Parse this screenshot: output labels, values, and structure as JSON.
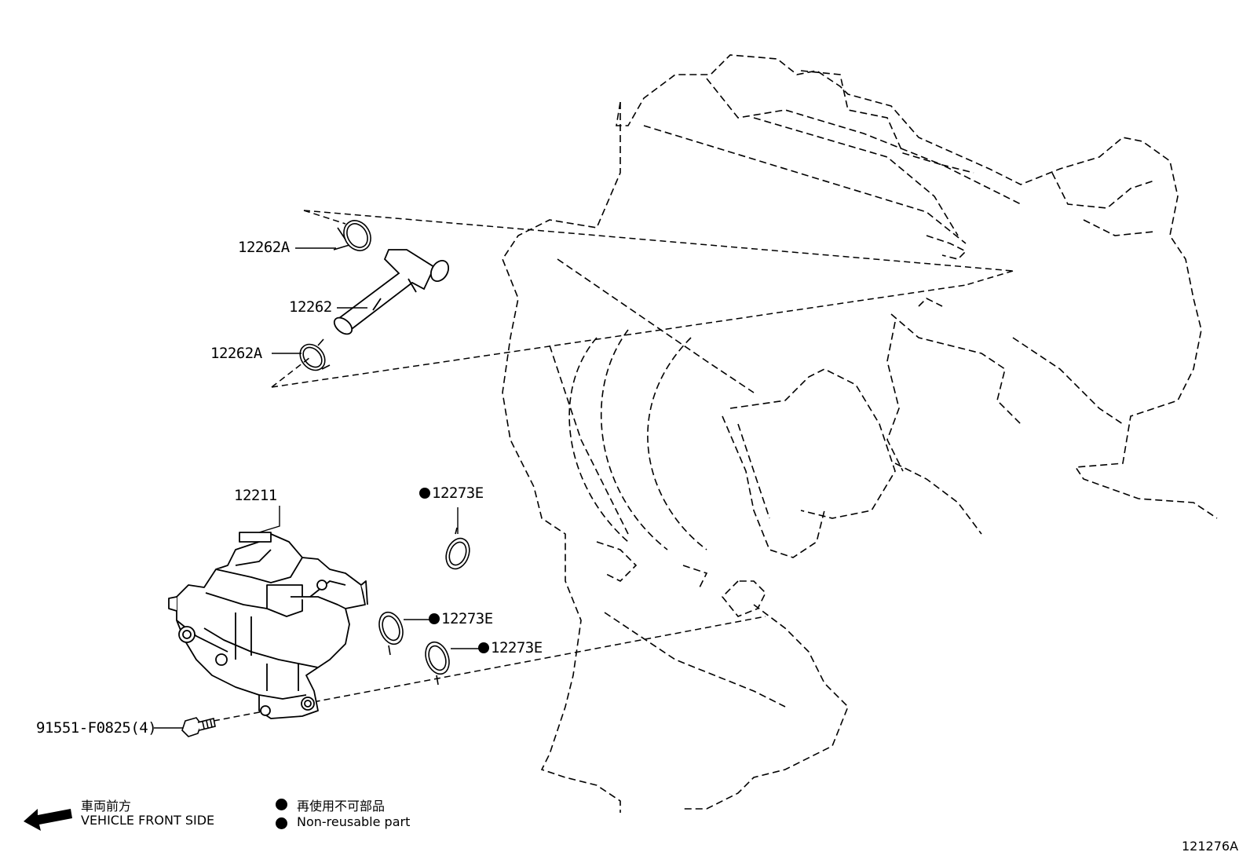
{
  "callouts": {
    "hose_clamp_upper": "12262A",
    "hose": "12262",
    "hose_clamp_lower": "12262A",
    "pump_assembly": "12211",
    "gasket_top": "12273E",
    "gasket_middle": "12273E",
    "gasket_right": "12273E",
    "bolt": "91551-F0825(4)"
  },
  "legend": {
    "front_jp": "車両前方",
    "front_en": "VEHICLE FRONT SIDE",
    "nonreusable_jp": "再使用不可部品",
    "nonreusable_en": "Non-reusable part"
  },
  "figure_number": "121276A",
  "icons": {
    "front_arrow": "arrow-left-icon",
    "nonreusable_marker": "filled-circle-icon"
  }
}
